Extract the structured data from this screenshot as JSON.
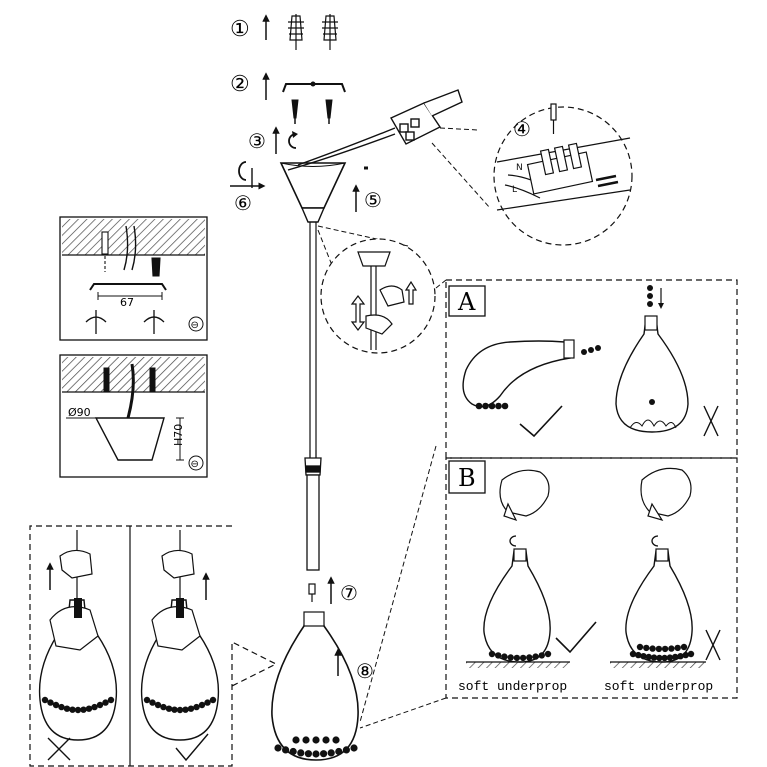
{
  "steps": {
    "s1": "①",
    "s2": "②",
    "s3": "③",
    "s4": "④",
    "s5": "⑤",
    "s6": "⑥",
    "s7": "⑦",
    "s8": "⑧"
  },
  "inset_top": {
    "dimension": "67",
    "tag": "⊖"
  },
  "inset_bottom": {
    "diameter": "Ø90",
    "height": "H70",
    "tag": "⊖"
  },
  "panel_a": {
    "label": "A"
  },
  "panel_b": {
    "label": "B",
    "caption_left": "soft underprop",
    "caption_right": "soft underprop"
  },
  "colors": {
    "line": "#111111",
    "fill_dark": "#1a1a1a",
    "hatch": "#555555"
  }
}
